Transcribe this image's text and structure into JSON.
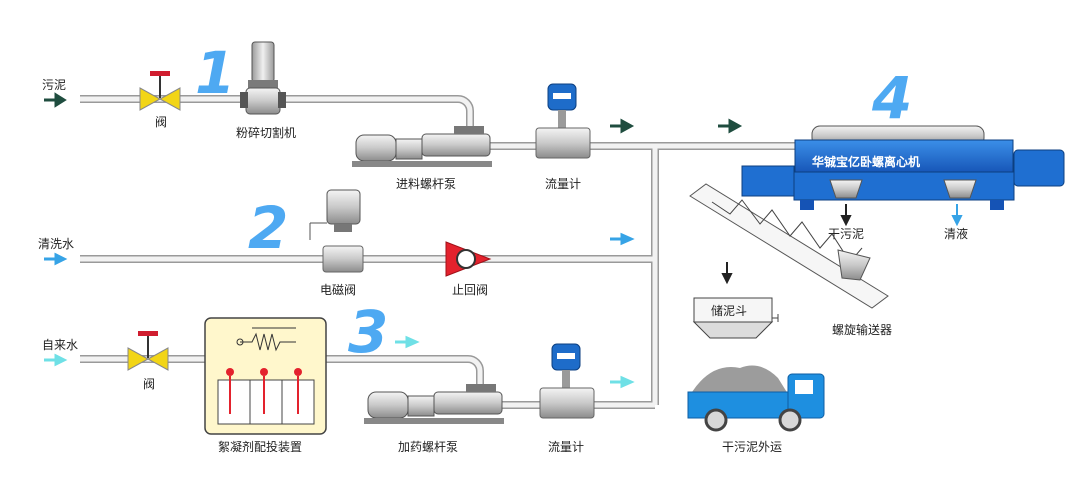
{
  "inputs": {
    "sludge": "污泥",
    "wash_water": "清洗水",
    "tap_water": "自来水"
  },
  "steps": [
    "1",
    "2",
    "3",
    "4"
  ],
  "equipment": {
    "valve_top": "阀",
    "valve_bottom": "阀",
    "crusher": "粉碎切割机",
    "feed_pump": "进料螺杆泵",
    "flowmeter_top": "流量计",
    "solenoid_valve": "电磁阀",
    "check_valve": "止回阀",
    "flocculant_unit": "絮凝剂配投装置",
    "dosing_pump": "加药螺杆泵",
    "flowmeter_bottom": "流量计",
    "centrifuge": "华铖宝亿卧螺离心机",
    "dry_sludge_out": "干污泥",
    "clear_liquid": "清液",
    "screw_conveyor": "螺旋输送器",
    "sludge_hopper": "储泥斗",
    "truck": "干污泥外运"
  },
  "colors": {
    "pipe": "#9a9a9a",
    "sludge_arrow": "#1f4d3f",
    "water_arrow": "#36a3e6",
    "tap_arrow": "#6fe0e6",
    "centrifuge_blue": "#1f6fd1",
    "truck_blue": "#1e8fe0",
    "number_blue": "#4ea9f2",
    "valve_yellow": "#f2d516",
    "valve_handle_red": "#d01d2f",
    "check_valve_red": "#e3222d",
    "doser_panel": "#fff7cc"
  }
}
